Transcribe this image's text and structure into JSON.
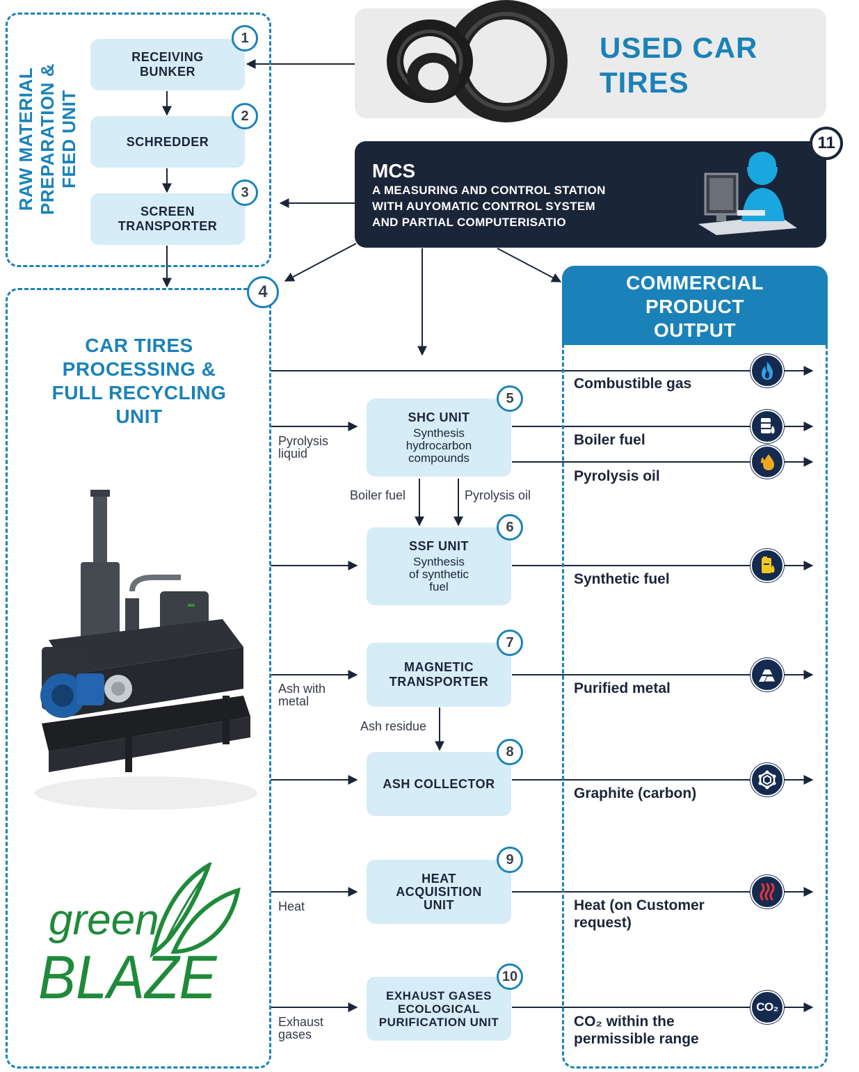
{
  "header": {
    "title_line1": "USED CAR",
    "title_line2": "TIRES"
  },
  "raw_unit": {
    "label_lines": [
      "RAW MATERIAL",
      "PREPARATION &",
      "FEED UNIT"
    ],
    "steps": [
      {
        "num": "1",
        "title": "RECEIVING\nBUNKER"
      },
      {
        "num": "2",
        "title": "SCHREDDER"
      },
      {
        "num": "3",
        "title": "SCREEN\nTRANSPORTER"
      }
    ]
  },
  "mcs": {
    "num": "11",
    "title": "MCS",
    "desc_lines": [
      "A MEASURING AND CONTROL STATION",
      "WITH AUYOMATIC CONTROL SYSTEM",
      "AND PARTIAL COMPUTERISATIO"
    ]
  },
  "processing_unit": {
    "num": "4",
    "title_lines": [
      "CAR TIRES",
      "PROCESSING &",
      "FULL RECYCLING",
      "UNIT"
    ]
  },
  "output_panel": {
    "title_lines": [
      "COMMERCIAL",
      "PRODUCT",
      "OUTPUT"
    ]
  },
  "units": [
    {
      "num": "5",
      "title": "SHC UNIT",
      "sub": "Synthesis\nhydrocarbon\ncompounds"
    },
    {
      "num": "6",
      "title": "SSF UNIT",
      "sub": "Synthesis\nof synthetic\nfuel"
    },
    {
      "num": "7",
      "title": "MAGNETIC\nTRANSPORTER",
      "sub": ""
    },
    {
      "num": "8",
      "title": "ASH COLLECTOR",
      "sub": ""
    },
    {
      "num": "9",
      "title": "HEAT\nACQUISITION\nUNIT",
      "sub": ""
    },
    {
      "num": "10",
      "title": "EXHAUST GASES\nECOLOGICAL\nPURIFICATION UNIT",
      "sub": ""
    }
  ],
  "flow_labels": {
    "pyrolysis_liquid": "Pyrolysis\nliquid",
    "boiler_fuel": "Boiler fuel",
    "pyrolysis_oil": "Pyrolysis oil",
    "ash_with_metal": "Ash with\nmetal",
    "ash_residue": "Ash residue",
    "heat": "Heat",
    "exhaust_gases": "Exhaust\ngases"
  },
  "outputs": [
    {
      "label": "Combustible gas",
      "icon": "flame-icon"
    },
    {
      "label": "Boiler fuel",
      "icon": "fuel-barrel-icon"
    },
    {
      "label": "Pyrolysis oil",
      "icon": "oil-drop-icon"
    },
    {
      "label": "Synthetic fuel",
      "icon": "fuel-canister-icon"
    },
    {
      "label": "Purified metal",
      "icon": "metal-ingot-icon"
    },
    {
      "label": "Graphite (carbon)",
      "icon": "carbon-molecule-icon"
    },
    {
      "label": "Heat (on Customer\nrequest)",
      "icon": "heat-waves-icon"
    },
    {
      "label": "CO₂ within the\npermissible range",
      "icon": "co2-icon"
    }
  ],
  "co2_icon_text": "CO₂",
  "brand": {
    "green": "green",
    "blaze": "BLAZE"
  },
  "colors": {
    "accent_blue": "#1a82b8",
    "navy": "#1b2538",
    "light_blue": "#d6ecf7",
    "brand_green": "#1f8a3a"
  }
}
